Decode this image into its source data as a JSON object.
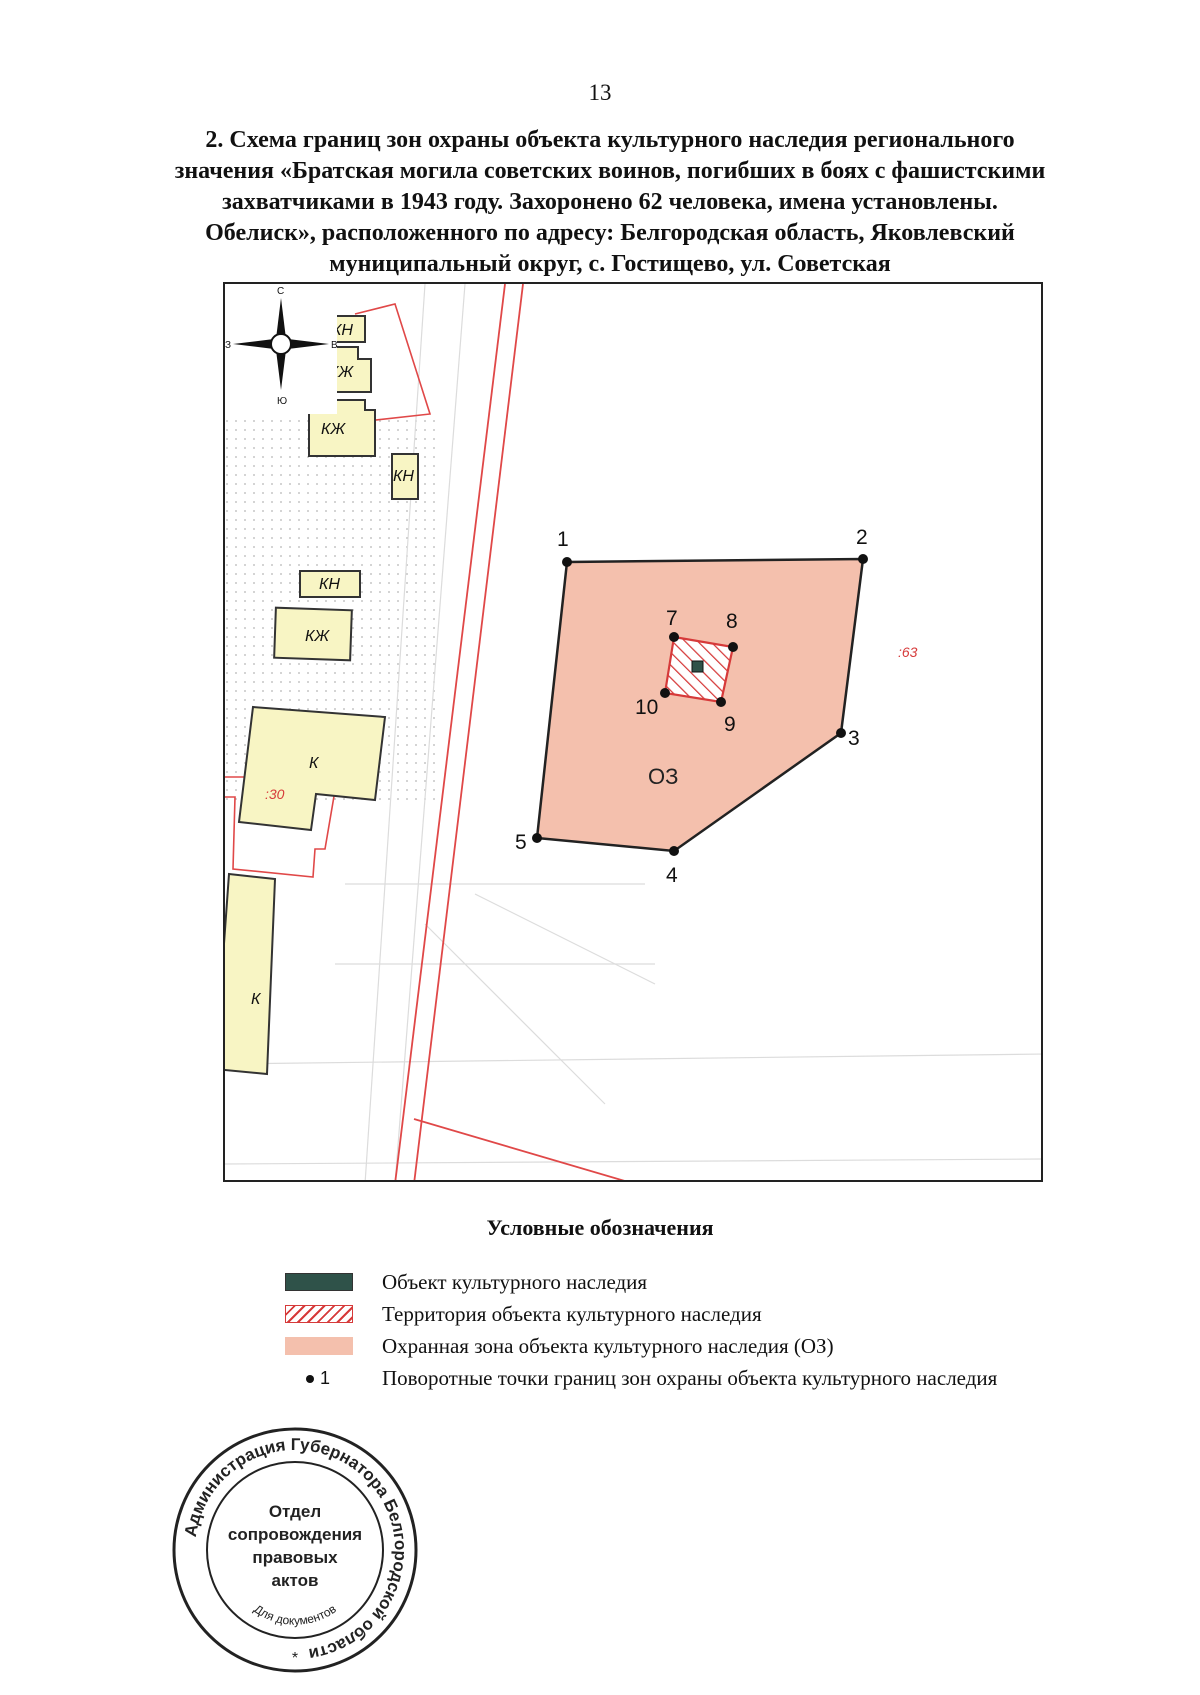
{
  "page_number": "13",
  "title_lines": [
    "2. Схема границ зон охраны объекта культурного наследия регионального",
    "значения «Братская могила советских воинов, погибших в боях с фашистскими",
    "захватчиками в 1943 году. Захоронено 62 человека, имена установлены.",
    "Обелиск», расположенного по адресу: Белгородская область, Яковлевский",
    "муниципальный округ, с. Гостищево, ул. Советская"
  ],
  "map": {
    "compass": {
      "north": "С",
      "south": "Ю",
      "west": "З",
      "east": "В"
    },
    "buildings": [
      "КН",
      "КЖ",
      "КЖ",
      "КН",
      "КН",
      "КЖ",
      "К",
      "К"
    ],
    "parcels": [
      ":30",
      ":63"
    ],
    "zone_label": "ОЗ",
    "points": [
      "1",
      "2",
      "3",
      "4",
      "5",
      "7",
      "8",
      "9",
      "10"
    ],
    "colors": {
      "zone_fill": "#f4c0ad",
      "object_fill": "#2f5249",
      "territory_stroke": "#d63a3a",
      "building_fill": "#f8f5c4",
      "parcel_line": "#e04848"
    }
  },
  "legend": {
    "title": "Условные обозначения",
    "items": [
      {
        "label": "Объект культурного наследия"
      },
      {
        "label": "Территория объекта культурного наследия"
      },
      {
        "label": "Охранная зона объекта культурного наследия (ОЗ)"
      },
      {
        "label": "Поворотные точки границ зон охраны объекта культурного наследия",
        "symbol_text": "1"
      }
    ]
  },
  "stamp": {
    "ring_text": "Администрация Губернатора Белгородской области",
    "inner_lines": [
      "Отдел",
      "сопровождения",
      "правовых",
      "актов"
    ],
    "bottom_text": "Для документов",
    "mark": "*"
  }
}
